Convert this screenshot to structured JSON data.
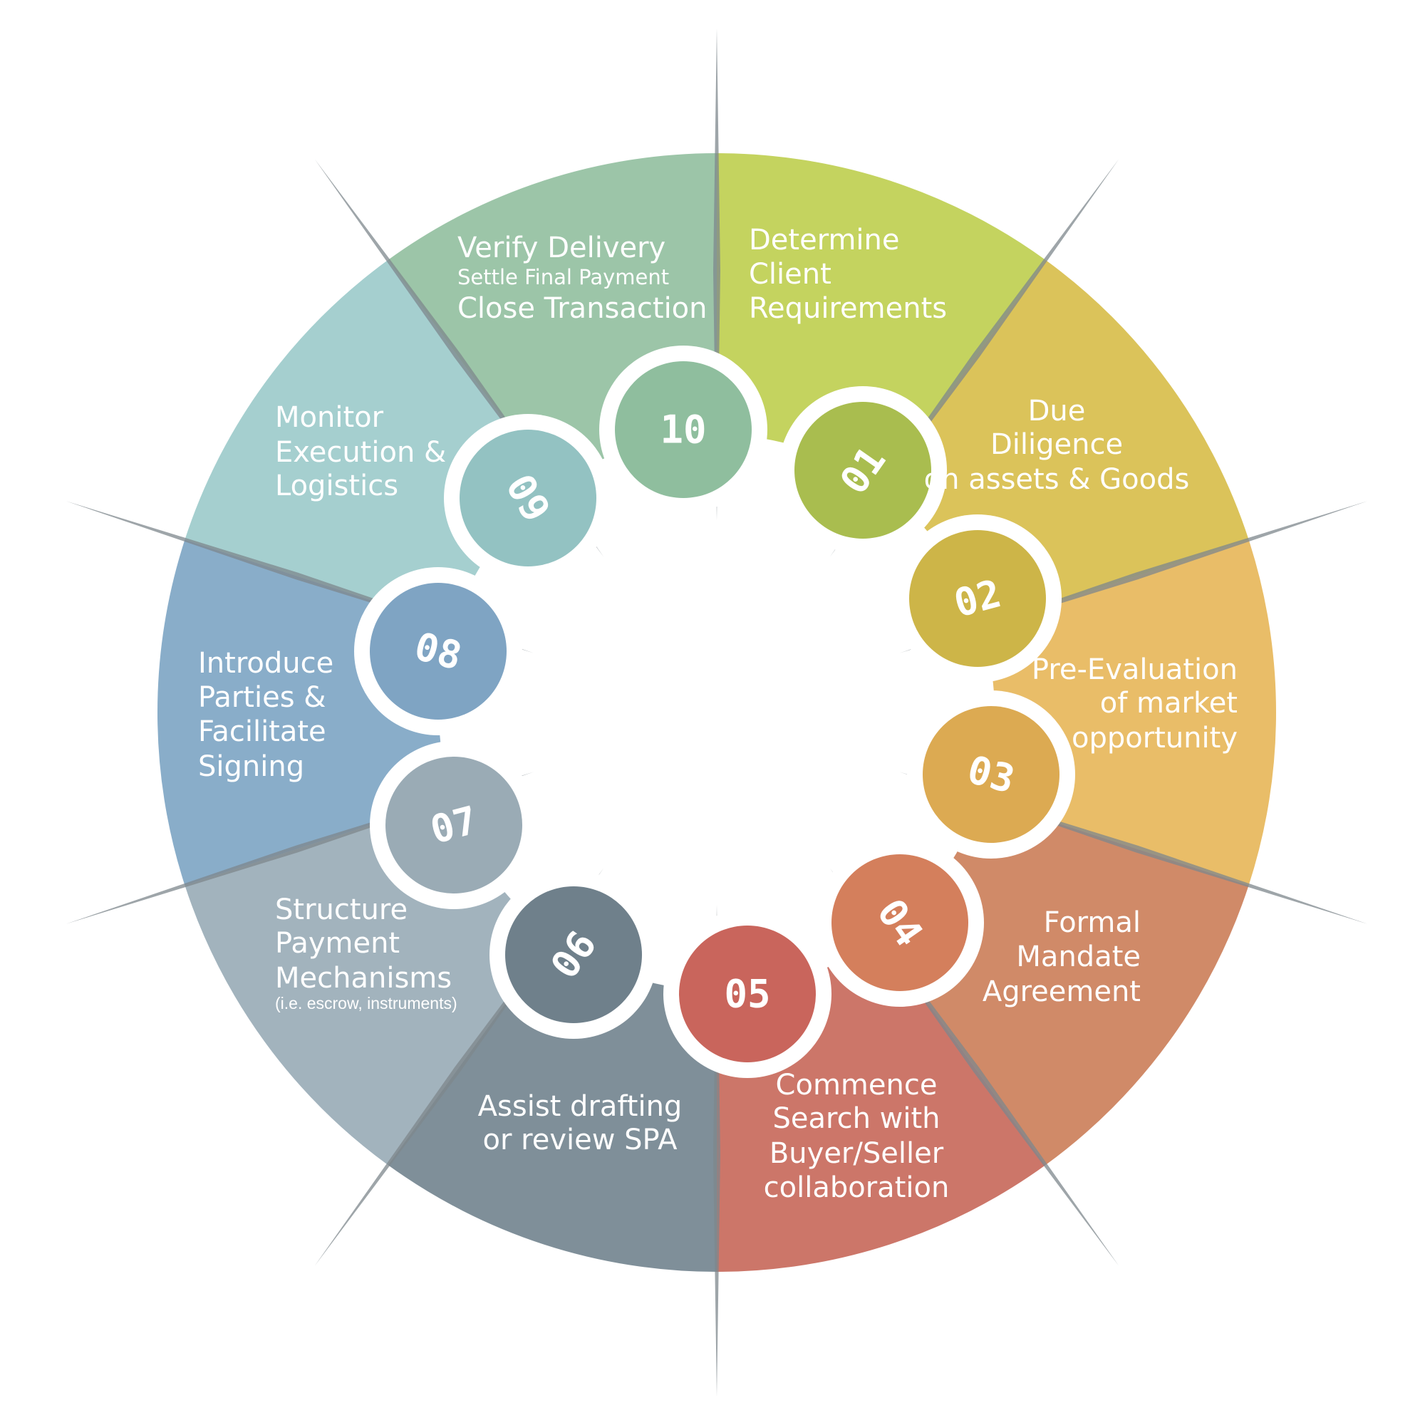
{
  "diagram": {
    "type": "cycle",
    "segments": [
      {
        "number": "01",
        "color": "#c4d35f",
        "badge_color": "#a9bd4f",
        "lines": [
          {
            "text": "Determine"
          },
          {
            "text": "Client"
          },
          {
            "text": "Requirements"
          }
        ]
      },
      {
        "number": "02",
        "color": "#dbc35a",
        "badge_color": "#cdb548",
        "lines": [
          {
            "text": "Due"
          },
          {
            "text": "Diligence"
          },
          {
            "text": "on assets & Goods"
          }
        ]
      },
      {
        "number": "03",
        "color": "#e9bd68",
        "badge_color": "#dcaa52",
        "lines": [
          {
            "text": "Pre-Evaluation"
          },
          {
            "text": "of market"
          },
          {
            "text": "opportunity"
          }
        ]
      },
      {
        "number": "04",
        "color": "#d08a68",
        "badge_color": "#d47f5c",
        "lines": [
          {
            "text": "Formal"
          },
          {
            "text": "Mandate"
          },
          {
            "text": "Agreement"
          }
        ]
      },
      {
        "number": "05",
        "color": "#cc7669",
        "badge_color": "#c9655c",
        "lines": [
          {
            "text": "Commence"
          },
          {
            "text": "Search with"
          },
          {
            "text": "Buyer/Seller"
          },
          {
            "text": "collaboration"
          }
        ]
      },
      {
        "number": "06",
        "color": "#7f8f99",
        "badge_color": "#6f808b",
        "lines": [
          {
            "text": "Assist drafting"
          },
          {
            "text": "or review SPA"
          }
        ]
      },
      {
        "number": "07",
        "color": "#a2b3bd",
        "badge_color": "#9aabb5",
        "lines": [
          {
            "text": "Structure"
          },
          {
            "text": "Payment"
          },
          {
            "text": "Mechanisms"
          },
          {
            "text": "(i.e. escrow, instruments)",
            "size": "tiny"
          }
        ]
      },
      {
        "number": "08",
        "color": "#89adc9",
        "badge_color": "#7fa4c3",
        "lines": [
          {
            "text": "Introduce"
          },
          {
            "text": "Parties &"
          },
          {
            "text": "Facilitate"
          },
          {
            "text": "Signing"
          }
        ]
      },
      {
        "number": "09",
        "color": "#a5cfcf",
        "badge_color": "#93c2c2",
        "lines": [
          {
            "text": "Monitor"
          },
          {
            "text": "Execution &"
          },
          {
            "text": "Logistics"
          }
        ]
      },
      {
        "number": "10",
        "color": "#9cc5a8",
        "badge_color": "#8fbe9e",
        "lines": [
          {
            "text": "Verify Delivery"
          },
          {
            "text": "Settle Final Payment",
            "size": "small"
          },
          {
            "text": "Close Transaction"
          }
        ]
      }
    ],
    "needle_color": "#7d878c"
  }
}
